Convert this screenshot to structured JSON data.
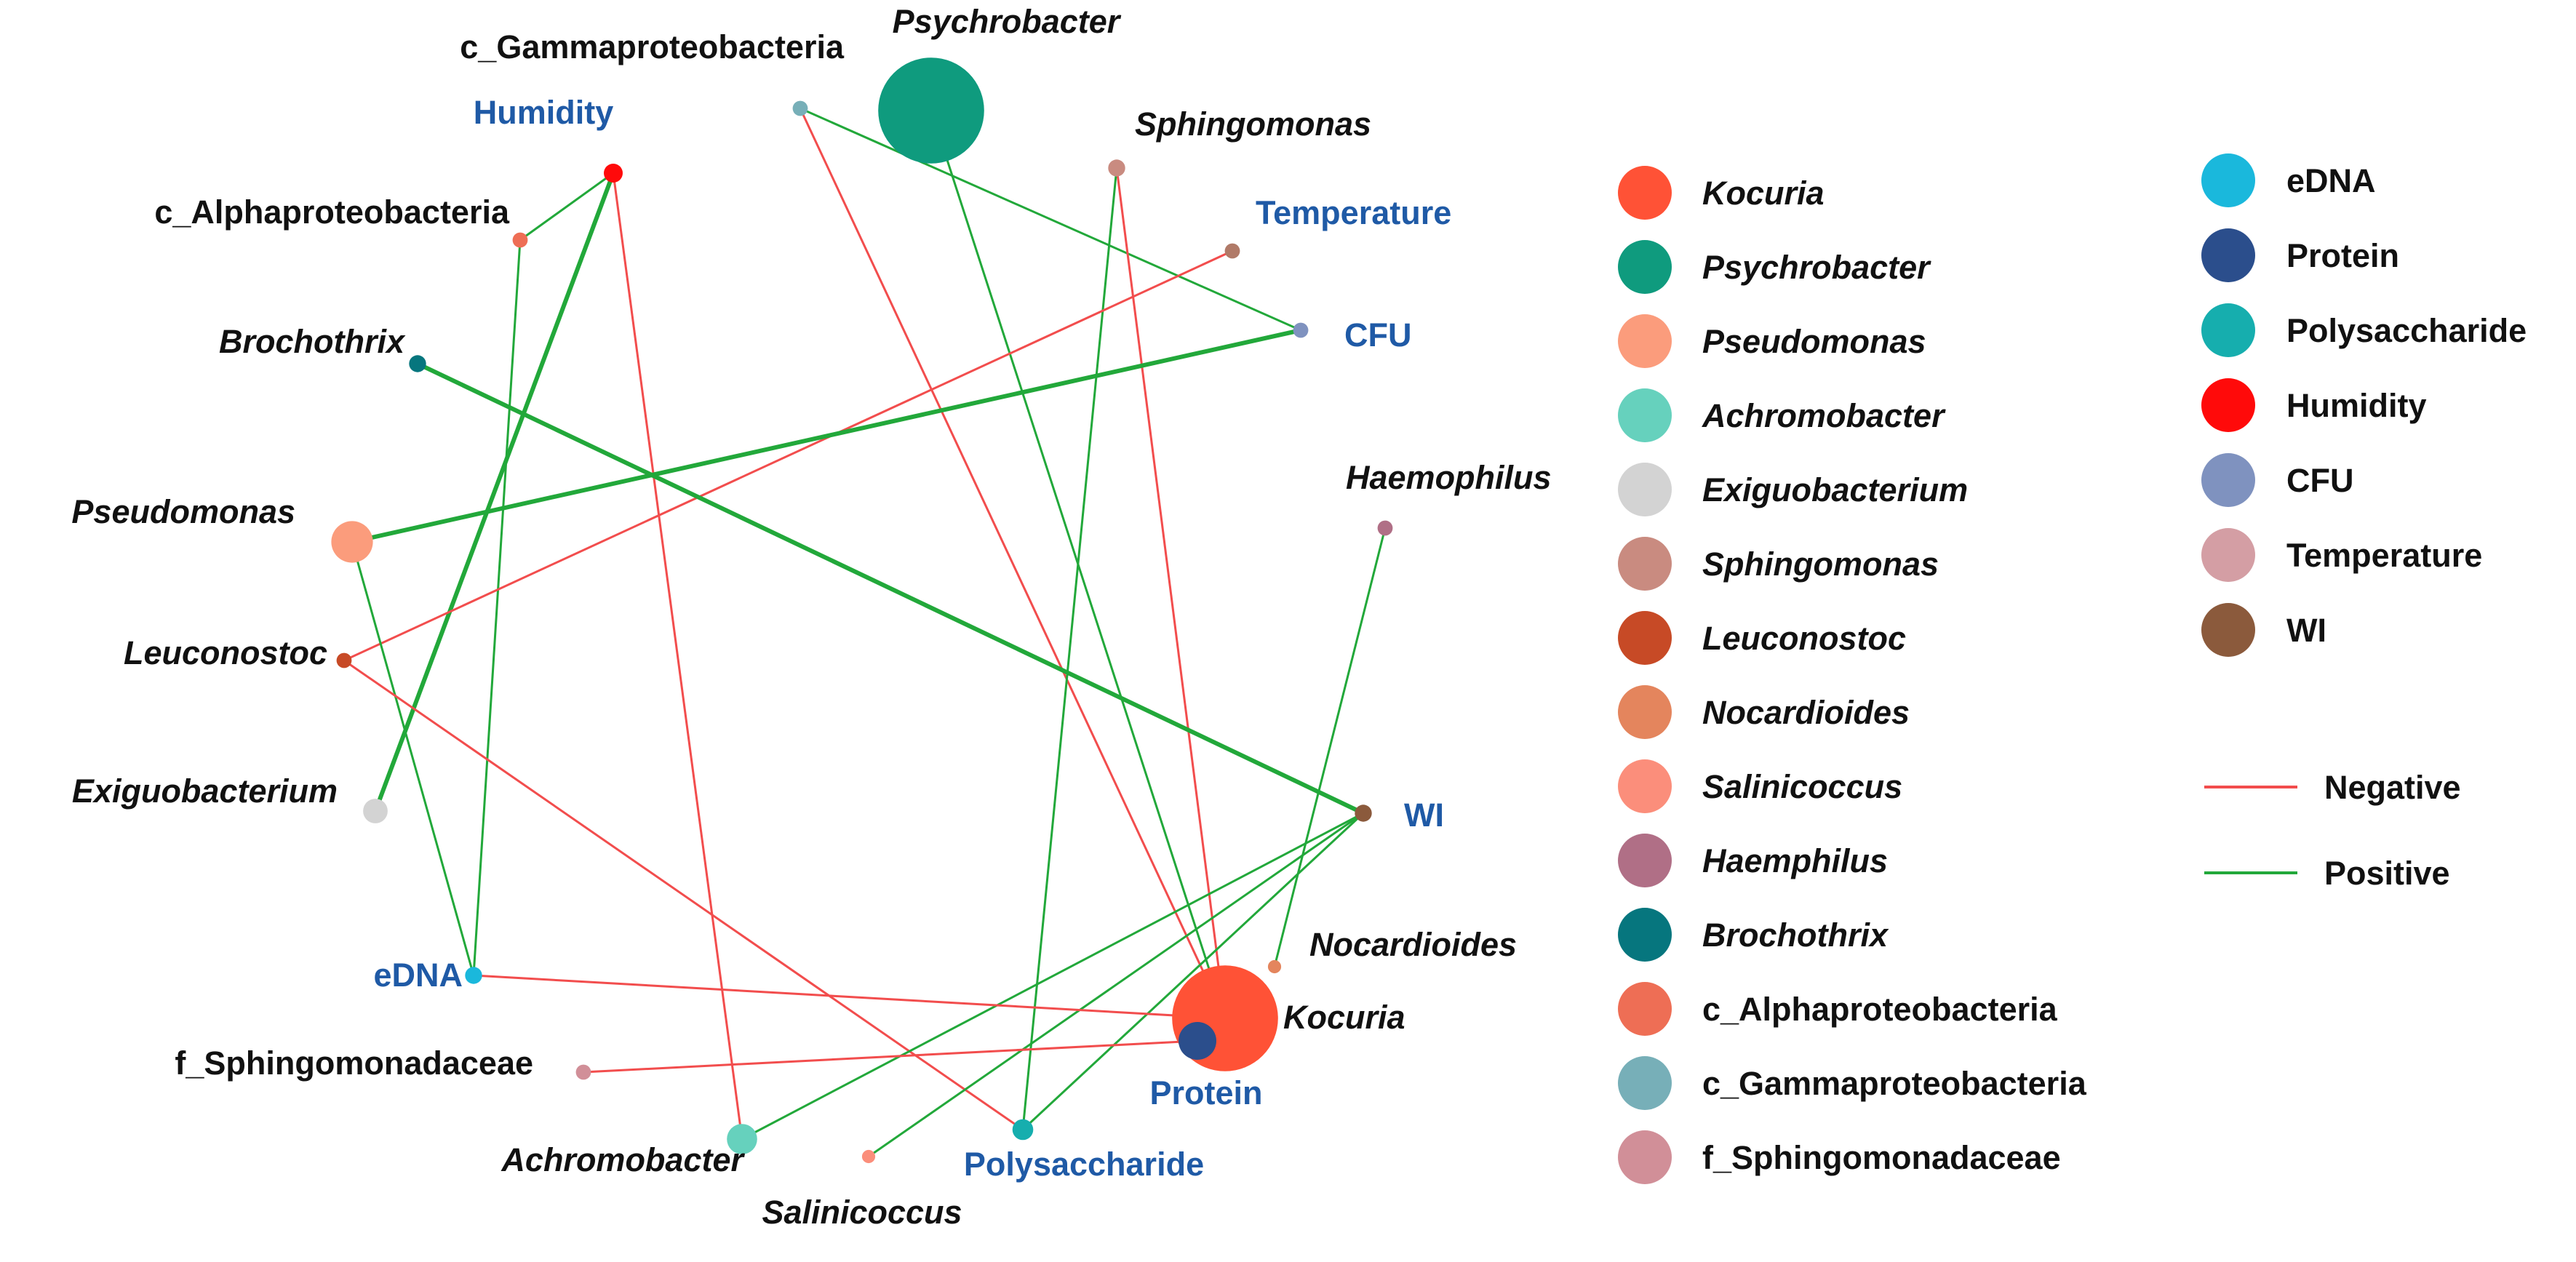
{
  "colors": {
    "negative": "#f24d4d",
    "positive": "#22a83a",
    "env_label": "#1f5aa6",
    "taxon_label": "#111111"
  },
  "nodes": [
    {
      "id": "kocuria",
      "label": "Kocuria",
      "italic": true,
      "color": "#ff5236",
      "size": 2.8,
      "label_color": "#111111"
    },
    {
      "id": "protein",
      "label": "Protein",
      "italic": false,
      "color": "#2b4e8c",
      "size": 1,
      "label_color": "#1f5aa6"
    },
    {
      "id": "psychrobacter",
      "label": "Psychrobacter",
      "italic": true,
      "color": "#0f9b7e",
      "size": 2.8,
      "label_color": "#111111"
    },
    {
      "id": "gamma",
      "label": "c_Gammaproteobacteria",
      "italic": false,
      "color": "#77afb8",
      "size": 0.4,
      "label_color": "#111111"
    },
    {
      "id": "humidity",
      "label": "Humidity",
      "italic": false,
      "color": "#ff0a0a",
      "size": 0.5,
      "label_color": "#1f5aa6"
    },
    {
      "id": "alpha",
      "label": "c_Alphaproteobacteria",
      "italic": false,
      "color": "#ee6e55",
      "size": 0.4,
      "label_color": "#111111"
    },
    {
      "id": "brochothrix",
      "label": "Brochothrix",
      "italic": true,
      "color": "#06767e",
      "size": 0.45,
      "label_color": "#111111"
    },
    {
      "id": "pseudomonas",
      "label": "Pseudomonas",
      "italic": true,
      "color": "#fb9c7c",
      "size": 1.1,
      "label_color": "#111111"
    },
    {
      "id": "leuconostoc",
      "label": "Leuconostoc",
      "italic": true,
      "color": "#c74a26",
      "size": 0.4,
      "label_color": "#111111"
    },
    {
      "id": "exiguobacterium",
      "label": "Exiguobacterium",
      "italic": true,
      "color": "#d3d3d3",
      "size": 0.65,
      "label_color": "#111111"
    },
    {
      "id": "edna",
      "label": "eDNA",
      "italic": false,
      "color": "#1ab8dc",
      "size": 0.45,
      "label_color": "#1f5aa6"
    },
    {
      "id": "fsphingo",
      "label": "f_Sphingomonadaceae",
      "italic": false,
      "color": "#d18f98",
      "size": 0.4,
      "label_color": "#111111"
    },
    {
      "id": "achromobacter",
      "label": "Achromobacter",
      "italic": true,
      "color": "#66d1bd",
      "size": 0.8,
      "label_color": "#111111"
    },
    {
      "id": "salinicoccus",
      "label": "Salinicoccus",
      "italic": true,
      "color": "#fb8e7b",
      "size": 0.35,
      "label_color": "#111111"
    },
    {
      "id": "polysaccharide",
      "label": "Polysaccharide",
      "italic": false,
      "color": "#16aeae",
      "size": 0.55,
      "label_color": "#1f5aa6"
    },
    {
      "id": "nocardioides",
      "label": "Nocardioides",
      "italic": true,
      "color": "#e4855d",
      "size": 0.35,
      "label_color": "#111111"
    },
    {
      "id": "wi",
      "label": "WI",
      "italic": false,
      "color": "#8b5a3c",
      "size": 0.45,
      "label_color": "#1f5aa6"
    },
    {
      "id": "haemophilus",
      "label": "Haemophilus",
      "italic": true,
      "color": "#b06f86",
      "size": 0.4,
      "label_color": "#111111"
    },
    {
      "id": "cfu",
      "label": "CFU",
      "italic": false,
      "color": "#7f92bf",
      "size": 0.4,
      "label_color": "#1f5aa6"
    },
    {
      "id": "temperature",
      "label": "Temperature",
      "italic": false,
      "color": "#b07a68",
      "size": 0.4,
      "label_color": "#1f5aa6"
    },
    {
      "id": "sphingomonas",
      "label": "Sphingomonas",
      "italic": true,
      "color": "#c98b80",
      "size": 0.45,
      "label_color": "#111111"
    }
  ],
  "edges": [
    {
      "from": "gamma",
      "to": "kocuria",
      "sign": "negative",
      "weight": 1
    },
    {
      "from": "gamma",
      "to": "cfu",
      "sign": "positive",
      "weight": 1
    },
    {
      "from": "psychrobacter",
      "to": "kocuria",
      "sign": "positive",
      "weight": 1
    },
    {
      "from": "sphingomonas",
      "to": "kocuria",
      "sign": "negative",
      "weight": 1
    },
    {
      "from": "sphingomonas",
      "to": "polysaccharide",
      "sign": "positive",
      "weight": 1
    },
    {
      "from": "humidity",
      "to": "alpha",
      "sign": "positive",
      "weight": 1
    },
    {
      "from": "humidity",
      "to": "exiguobacterium",
      "sign": "positive",
      "weight": 2
    },
    {
      "from": "humidity",
      "to": "achromobacter",
      "sign": "negative",
      "weight": 1
    },
    {
      "from": "alpha",
      "to": "edna",
      "sign": "positive",
      "weight": 1
    },
    {
      "from": "temperature",
      "to": "leuconostoc",
      "sign": "negative",
      "weight": 1
    },
    {
      "from": "cfu",
      "to": "pseudomonas",
      "sign": "positive",
      "weight": 2
    },
    {
      "from": "brochothrix",
      "to": "wi",
      "sign": "positive",
      "weight": 2
    },
    {
      "from": "pseudomonas",
      "to": "edna",
      "sign": "positive",
      "weight": 1
    },
    {
      "from": "leuconostoc",
      "to": "polysaccharide",
      "sign": "negative",
      "weight": 1
    },
    {
      "from": "haemophilus",
      "to": "nocardioides",
      "sign": "positive",
      "weight": 1
    },
    {
      "from": "wi",
      "to": "achromobacter",
      "sign": "positive",
      "weight": 1
    },
    {
      "from": "wi",
      "to": "salinicoccus",
      "sign": "positive",
      "weight": 1
    },
    {
      "from": "wi",
      "to": "polysaccharide",
      "sign": "positive",
      "weight": 1
    },
    {
      "from": "edna",
      "to": "kocuria",
      "sign": "negative",
      "weight": 1
    },
    {
      "from": "fsphingo",
      "to": "protein",
      "sign": "negative",
      "weight": 1
    }
  ],
  "legend": {
    "items": [
      {
        "label": "Kocuria",
        "italic": true,
        "color": "#ff5236"
      },
      {
        "label": "Psychrobacter",
        "italic": true,
        "color": "#0f9b7e"
      },
      {
        "label": "Pseudomonas",
        "italic": true,
        "color": "#fb9c7c"
      },
      {
        "label": "Achromobacter",
        "italic": true,
        "color": "#66d1bd"
      },
      {
        "label": "Exiguobacterium",
        "italic": true,
        "color": "#d3d3d3"
      },
      {
        "label": "Sphingomonas",
        "italic": true,
        "color": "#c98b80"
      },
      {
        "label": "Leuconostoc",
        "italic": true,
        "color": "#c74a26"
      },
      {
        "label": "Nocardioides",
        "italic": true,
        "color": "#e4855d"
      },
      {
        "label": "Salinicoccus",
        "italic": true,
        "color": "#fb8e7b"
      },
      {
        "label": "Haemphilus",
        "italic": true,
        "color": "#b06f86"
      },
      {
        "label": "Brochothrix",
        "italic": true,
        "color": "#06767e"
      },
      {
        "label": "c_Alphaproteobacteria",
        "italic": false,
        "color": "#ee6e55"
      },
      {
        "label": "c_Gammaproteobacteria",
        "italic": false,
        "color": "#77afb8"
      },
      {
        "label": "f_Sphingomonadaceae",
        "italic": false,
        "color": "#d18f98"
      },
      {
        "label": "eDNA",
        "italic": false,
        "color": "#1ab8dc"
      },
      {
        "label": "Protein",
        "italic": false,
        "color": "#2b4e8c"
      },
      {
        "label": "Polysaccharide",
        "italic": false,
        "color": "#16aeae"
      },
      {
        "label": "Humidity",
        "italic": false,
        "color": "#ff0a0a"
      },
      {
        "label": "CFU",
        "italic": false,
        "color": "#7f92bf"
      },
      {
        "label": "Temperature",
        "italic": false,
        "color": "#d49ea4"
      },
      {
        "label": "WI",
        "italic": false,
        "color": "#8b5a3c"
      }
    ],
    "lines": [
      {
        "label": "Negative",
        "sign": "negative"
      },
      {
        "label": "Positive",
        "sign": "positive"
      }
    ]
  }
}
